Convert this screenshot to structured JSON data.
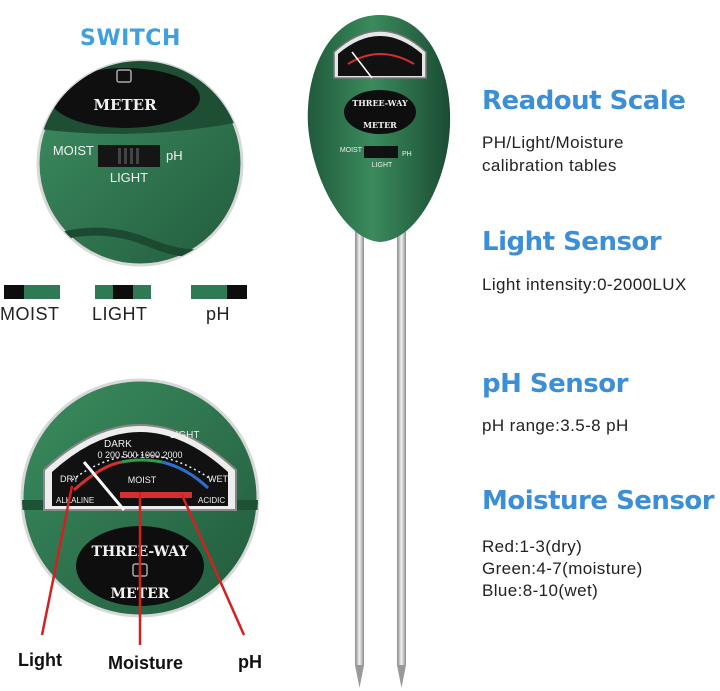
{
  "switch_section": {
    "title": "SWITCH",
    "zoom_labels": {
      "moist": "MOIST",
      "ph": "pH",
      "light": "LIGHT",
      "meter": "METER"
    },
    "legend": [
      {
        "label": "MOIST"
      },
      {
        "label": "LIGHT"
      },
      {
        "label": "pH"
      }
    ]
  },
  "gauge_zoom": {
    "dark": "DARK",
    "light": "LIGHT",
    "top_scale": "0 200 500 1000 2000",
    "dry": "DRY",
    "moist": "MOIST",
    "wet": "WET",
    "alkaline": "ALKALINE",
    "acidic": "ACIDIC",
    "brand_top": "THREE-WAY",
    "brand_bottom": "METER"
  },
  "callouts": {
    "light": "Light",
    "moisture": "Moisture",
    "ph": "pH"
  },
  "device": {
    "brand_top": "THREE-WAY",
    "brand_bottom": "METER",
    "moist": "MOIST",
    "ph": "PH",
    "light": "LIGHT"
  },
  "features": [
    {
      "title": "Readout Scale",
      "lines": [
        "PH/Light/Moisture",
        "calibration tables"
      ]
    },
    {
      "title": "Light Sensor",
      "lines": [
        "Light intensity:0-2000LUX"
      ]
    },
    {
      "title": "pH Sensor",
      "lines": [
        "pH range:3.5-8 pH"
      ]
    },
    {
      "title": "Moisture Sensor",
      "lines": [
        "Red:1-3(dry)",
        "Green:4-7(moisture)",
        "Blue:8-10(wet)"
      ]
    }
  ],
  "colors": {
    "accent_blue": "#3c8fd6",
    "device_green": "#2f7a55",
    "callout_red": "#d42020"
  }
}
